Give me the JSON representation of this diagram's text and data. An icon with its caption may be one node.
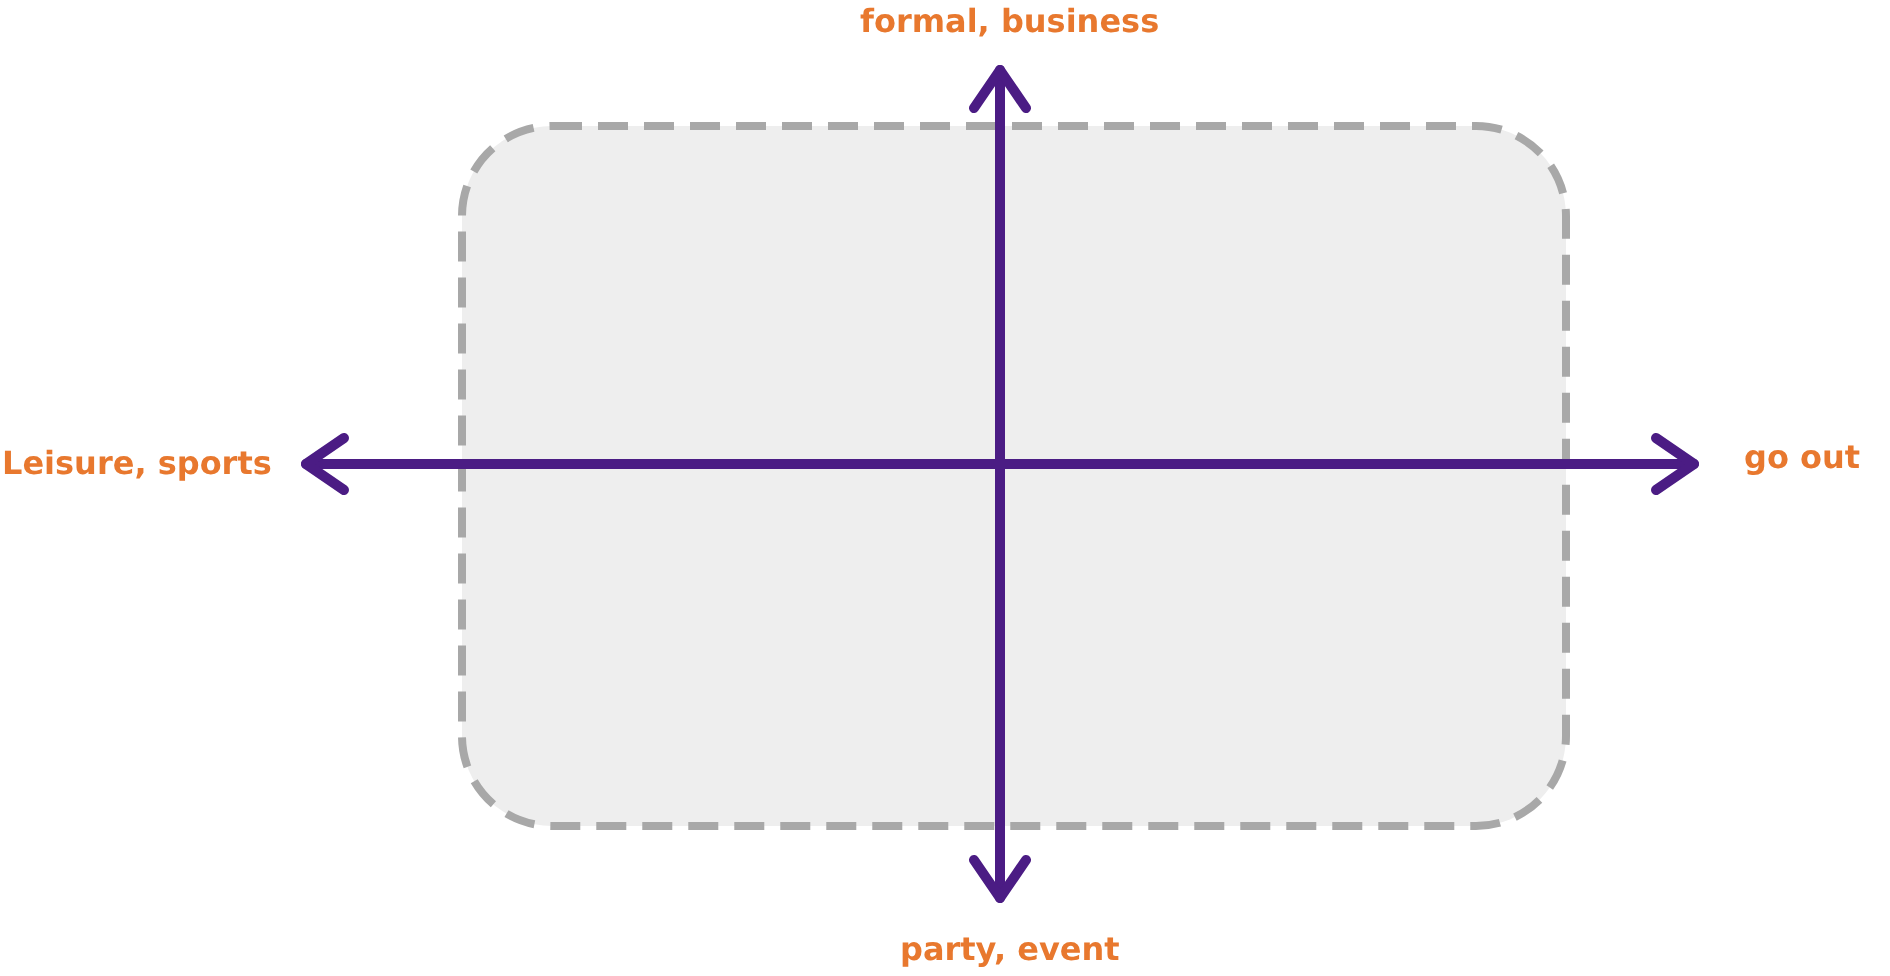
{
  "diagram": {
    "labels": [
      "formal, business",
      "Leisure, sports",
      "go out",
      "party, event"
    ]
  }
}
